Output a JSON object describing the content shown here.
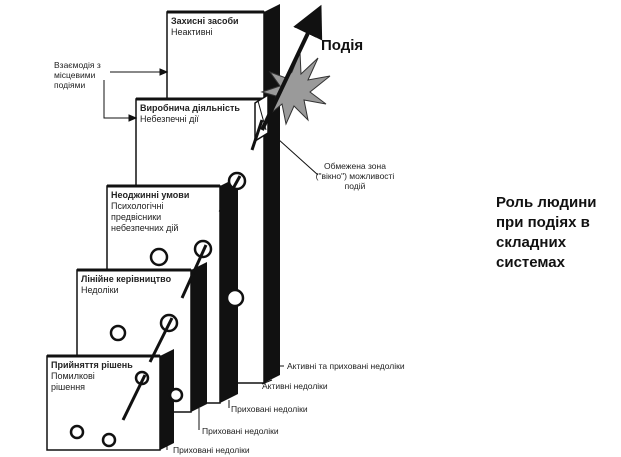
{
  "panels": [
    {
      "title": "Захисні засоби",
      "subtitle": [
        "Неактивні"
      ]
    },
    {
      "title": "Виробнича діяльність",
      "subtitle": [
        "Небезпечні дії"
      ]
    },
    {
      "title": "Неоджинні умови",
      "subtitle": [
        "Психологічні",
        "предвісники",
        "небезпечних дій"
      ]
    },
    {
      "title": "Лінійне керівництво",
      "subtitle": [
        "Недоліки"
      ]
    },
    {
      "title": "Прийняття рішень",
      "subtitle": [
        "Помилкові",
        "рішення"
      ]
    }
  ],
  "bottom_labels": [
    "Активні та приховані недоліки",
    "Активні недоліки",
    "Приховані недоліки",
    "Приховані недоліки",
    "Приховані недоліки"
  ],
  "interaction_note": [
    "Взаємодія з",
    "місцевими",
    "подіями"
  ],
  "window_note": [
    "Обмежена зона",
    "(\"вікно\") можливості",
    "подій"
  ],
  "event_label": "Подія",
  "role_text": [
    "Роль людини",
    "при подіях в",
    "складних",
    "системах"
  ],
  "colors": {
    "ink": "#111111",
    "burst": "#9a9a9a",
    "background": "#ffffff"
  }
}
